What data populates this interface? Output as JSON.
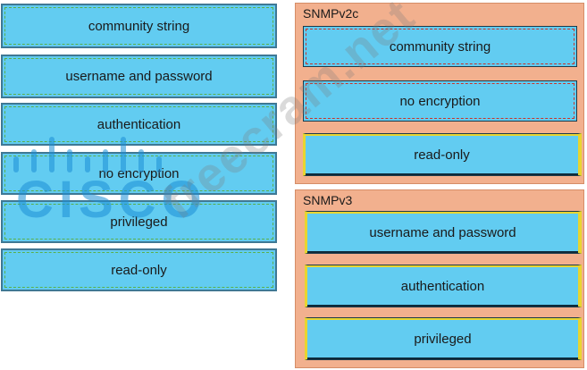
{
  "source_items": [
    {
      "label": "community string"
    },
    {
      "label": "username and password"
    },
    {
      "label": "authentication"
    },
    {
      "label": "no encryption"
    },
    {
      "label": "privileged"
    },
    {
      "label": "read-only"
    }
  ],
  "targets": [
    {
      "title": "SNMPv2c",
      "slots": [
        "community string",
        "no encryption",
        "read-only"
      ]
    },
    {
      "title": "SNMPv3",
      "slots": [
        "username and password",
        "authentication",
        "privileged"
      ]
    }
  ],
  "watermark": {
    "text": "freecram.net",
    "logo_text": "CISCO"
  },
  "colors": {
    "tile": "#62ccf1",
    "group": "#f2b08e",
    "tile_dash": "#5ab04a",
    "slot_red": "#c8342a",
    "slot_yellow": "#e8d530"
  }
}
